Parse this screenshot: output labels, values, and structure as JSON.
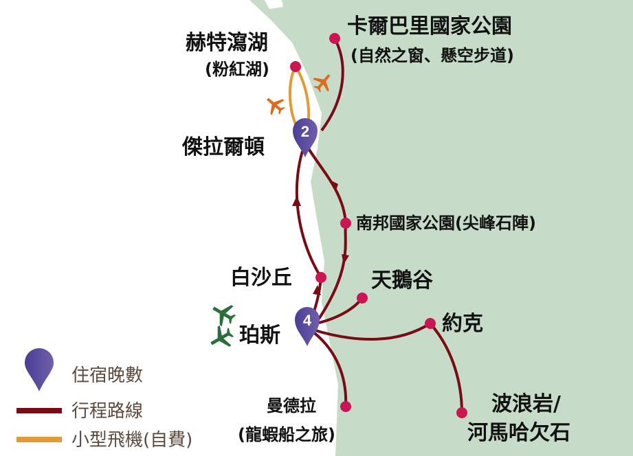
{
  "colors": {
    "land": "#c6dcc8",
    "route": "#7a0a14",
    "flight": "#e39a33",
    "stop": "#cc1552",
    "pin": "#5a4c9c",
    "plane_orange": "#e06a1a",
    "plane_green": "#2c6e3a"
  },
  "places": {
    "kalbarri": "卡爾巴里國家公園",
    "kalbarri_sub": "(自然之窗、懸空步道)",
    "hutt": "赫特瀉湖",
    "hutt_sub": "(粉紅湖)",
    "geraldton": "傑拉爾頓",
    "pinnacles": "南邦國家公園(尖峰石陣)",
    "white_sand": "白沙丘",
    "swan": "天鵝谷",
    "perth": "珀斯",
    "york": "約克",
    "wave_rock": "波浪岩/",
    "hippo": "河馬哈欠石",
    "mandurah": "曼德拉",
    "mandurah_sub": "(龍蝦船之旅)"
  },
  "pins": {
    "geraldton_nights": "2",
    "perth_nights": "4"
  },
  "legend": {
    "pin": "住宿晚數",
    "route": "行程路線",
    "flight": "小型飛機(自費)"
  }
}
